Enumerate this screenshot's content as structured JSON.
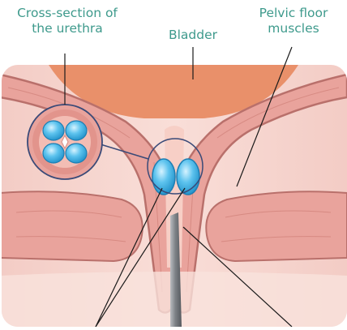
{
  "labels": {
    "cross_section_line1": "Cross-section of",
    "cross_section_line2": "the urethra",
    "bladder": "Bladder",
    "pelvic_floor_line1": "Pelvic floor",
    "pelvic_floor_line2": "muscles"
  },
  "colors": {
    "label_text": "#3e9a8c",
    "bladder": "#e9906a",
    "tissue_background": "#f7d4cc",
    "muscle": "#e9a39c",
    "muscle_outline": "#b9706b",
    "injection_blue": "#5dc3ee",
    "needle": "#8c8f93",
    "leader_line": "#1a1a1a",
    "callout_outline": "#3a4a78"
  }
}
